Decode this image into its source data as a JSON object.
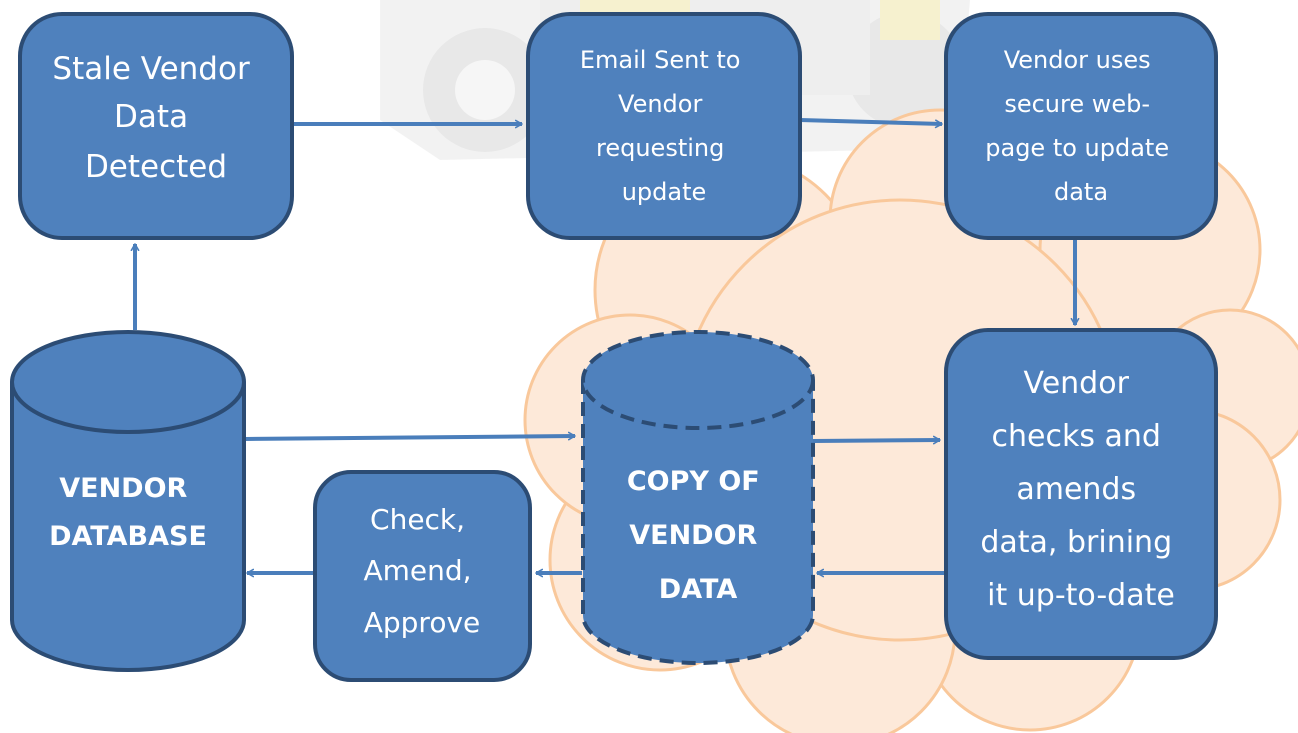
{
  "colors": {
    "box_fill": "#4f81bd",
    "box_stroke": "#2c4c74",
    "arrow": "#4a7ebb",
    "cloud_fill": "#fde9d9",
    "cloud_stroke": "#f9c89b"
  },
  "nodes": {
    "stale": {
      "lines": [
        "Stale Vendor",
        "Data",
        "Detected"
      ]
    },
    "email": {
      "lines": [
        "Email Sent to",
        "Vendor",
        "requesting",
        "update"
      ]
    },
    "webpage": {
      "lines": [
        "Vendor uses",
        "secure web-",
        "page to update",
        "data"
      ]
    },
    "vendor_db": {
      "lines": [
        "VENDOR",
        "DATABASE"
      ]
    },
    "copy_db": {
      "lines": [
        "COPY OF",
        "VENDOR",
        "DATA"
      ]
    },
    "check": {
      "lines": [
        "Check,",
        "Amend,",
        "Approve"
      ]
    },
    "amends": {
      "lines": [
        "Vendor",
        "checks and",
        "amends",
        "data, brining",
        "it up-to-date"
      ]
    }
  }
}
